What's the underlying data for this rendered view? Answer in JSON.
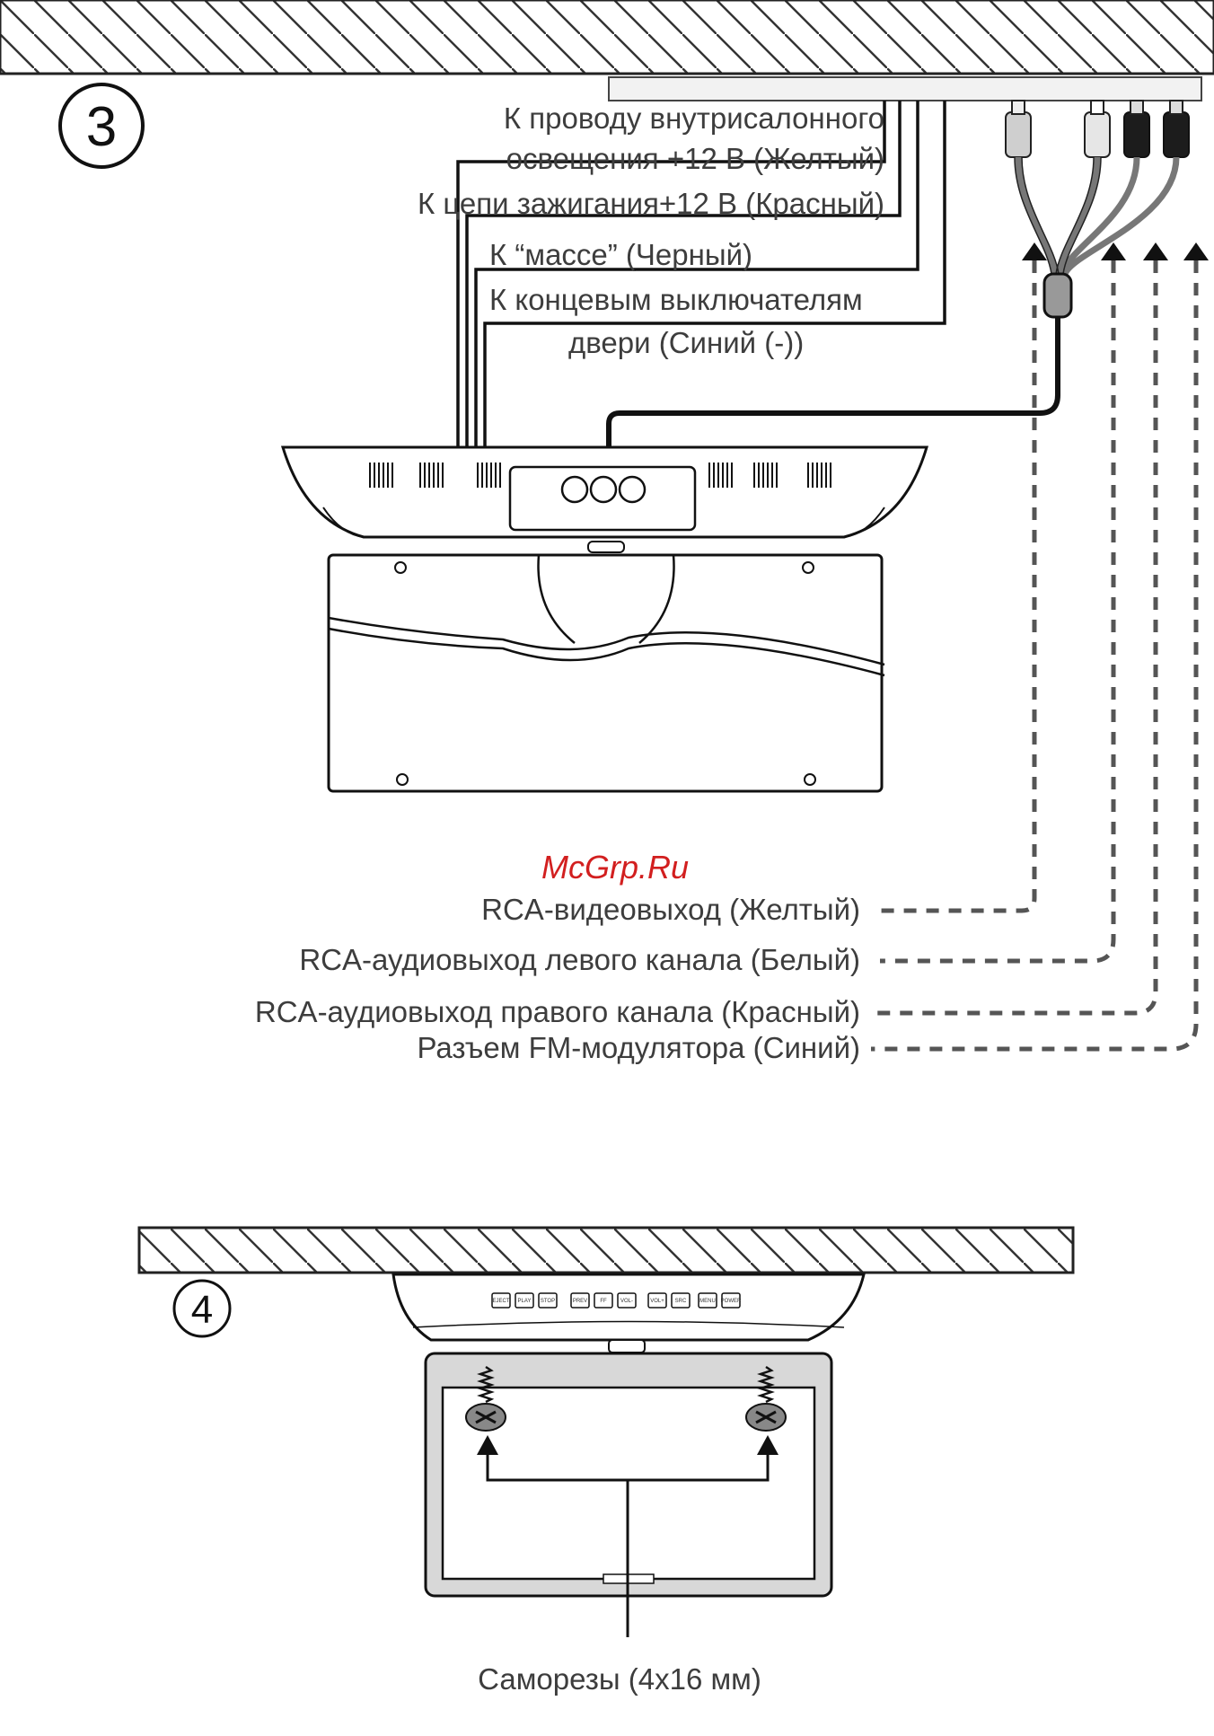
{
  "figure3": {
    "number": "3",
    "power_labels": [
      "К проводу внутрисалонного",
      "освещения +12 В (Желтый)",
      "К цепи зажигания+12 В (Красный)",
      "К “массе” (Черный)",
      "К концевым выключателям",
      "двери (Синий (-))"
    ],
    "output_labels": [
      "RCA-видеовыход (Желтый)",
      "RCA-аудиовыход левого канала (Белый)",
      "RCA-аудиовыход правого канала (Красный)",
      "Разъем FM-модулятора (Синий)"
    ]
  },
  "watermark": "McGrp.Ru",
  "figure4": {
    "number": "4",
    "panel_buttons": [
      "EJECT",
      "PLAY",
      "STOP",
      "PREV",
      "FF",
      "VOL-",
      "VOL+",
      "SRC",
      "MENU",
      "POWER"
    ],
    "screw_label": "Саморезы (4x16 мм)"
  }
}
